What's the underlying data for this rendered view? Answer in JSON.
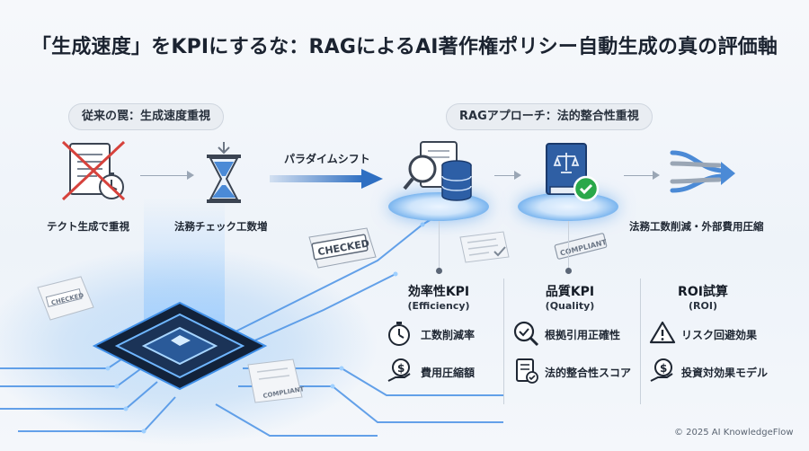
{
  "title": "「生成速度」をKPIにするな：RAGによるAI著作権ポリシー自動生成の真の評価軸",
  "left_section": {
    "pill": "従来の罠：生成速度重視",
    "step1_label": "テクト生成で重視",
    "step2_label": "法務チェック工数増"
  },
  "paradigm_shift": "パラダイムシフト",
  "right_section": {
    "pill": "RAGアプローチ：法的整合性重視",
    "result_label": "法務工数削減・外部費用圧縮"
  },
  "stamps": {
    "checked": "CHECKED",
    "compliant": "COMPLIANT"
  },
  "kpis": [
    {
      "title": "効率性KPI",
      "sub": "(Efficiency)",
      "items": [
        {
          "icon": "stopwatch-icon",
          "label": "工数削減率"
        },
        {
          "icon": "cost-coin-hand-icon",
          "label": "費用圧縮額"
        }
      ]
    },
    {
      "title": "品質KPI",
      "sub": "(Quality)",
      "items": [
        {
          "icon": "magnifier-check-icon",
          "label": "根拠引用正確性"
        },
        {
          "icon": "document-check-icon",
          "label": "法的整合性スコア"
        }
      ]
    },
    {
      "title": "ROI試算",
      "sub": "(ROI)",
      "items": [
        {
          "icon": "warning-triangle-icon",
          "label": "リスク回避効果"
        },
        {
          "icon": "investment-coin-icon",
          "label": "投資対効果モデル"
        }
      ]
    }
  ],
  "footer": "© 2025 AI KnowledgeFlow",
  "colors": {
    "accent_blue": "#2f6fc2",
    "cross_red": "#d6423c",
    "check_green": "#2aa84a"
  }
}
